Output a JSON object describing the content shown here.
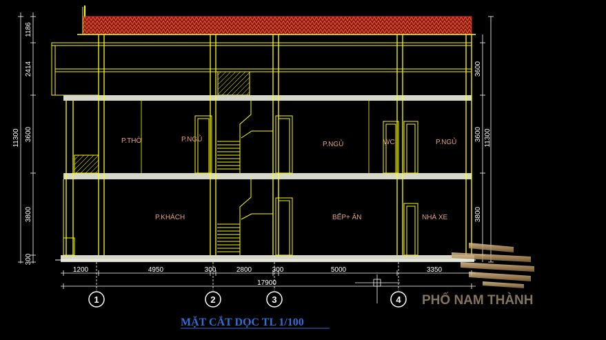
{
  "drawing": {
    "title": "MẶT CẮT DỌC  TL 1/100",
    "rooms": {
      "p_tho": "P.THỜ",
      "p_ngu_1": "P.NGỦ",
      "p_ngu_2": "P.NGỦ",
      "wc": "WC",
      "p_ngu_3": "P.NGỦ",
      "p_khach": "P.KHÁCH",
      "bep_an": "BẾP+ ĂN",
      "nha_xe": "NHÀ XE"
    },
    "dims_bottom": {
      "d1": "1200",
      "d2": "4950",
      "d3": "300",
      "d4": "2800",
      "d5": "300",
      "d6": "5000",
      "d7": "3350",
      "total": "17900"
    },
    "dims_left": {
      "roof": "1186",
      "attic": "2414",
      "floor2": "3600",
      "floor1": "3800",
      "base": "300",
      "total": "11300"
    },
    "dims_right": {
      "top": "3600",
      "mid": "3600",
      "bot": "3800",
      "total": "11300"
    },
    "axes": {
      "a1": "1",
      "a2": "2",
      "a3": "3",
      "a4": "4"
    },
    "logo_text": "PHỐ NAM THÀNH",
    "colors": {
      "background": "#000000",
      "structure": "#ffff00",
      "roof": "#c43a2a",
      "slab": "#d8d8c8",
      "dimension": "#ffffff",
      "room_label": "#e0a080",
      "title": "#2f6fd6",
      "logo": "#a8936a"
    }
  }
}
